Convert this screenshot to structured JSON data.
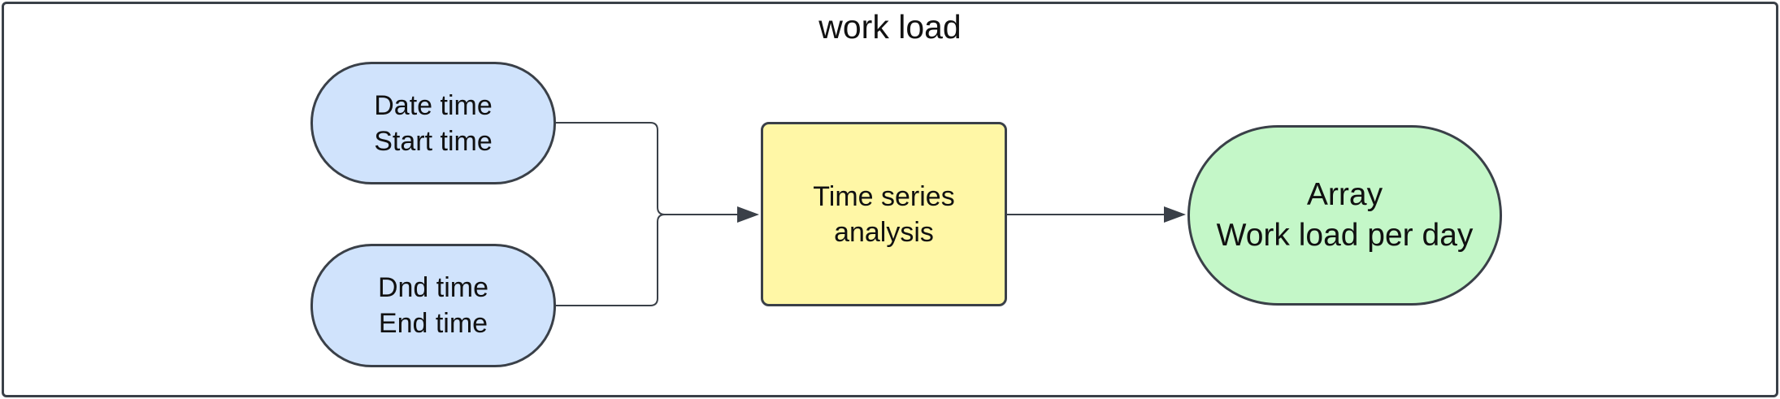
{
  "title": "work load",
  "nodes": {
    "start": {
      "lines": [
        "Date time",
        "Start time"
      ],
      "color": "#d0e3fc"
    },
    "end": {
      "lines": [
        "Dnd time",
        "End time"
      ],
      "color": "#d0e3fc"
    },
    "analysis": {
      "lines": [
        "Time series",
        "analysis"
      ],
      "color": "#fff7a6"
    },
    "output": {
      "lines": [
        "Array",
        "Work load per day"
      ],
      "color": "#c4f7c8"
    }
  },
  "edges": [
    {
      "from": "start",
      "to": "analysis"
    },
    {
      "from": "end",
      "to": "analysis"
    },
    {
      "from": "analysis",
      "to": "output"
    }
  ],
  "colors": {
    "stroke": "#3a4048",
    "connector": "#3a4048"
  }
}
